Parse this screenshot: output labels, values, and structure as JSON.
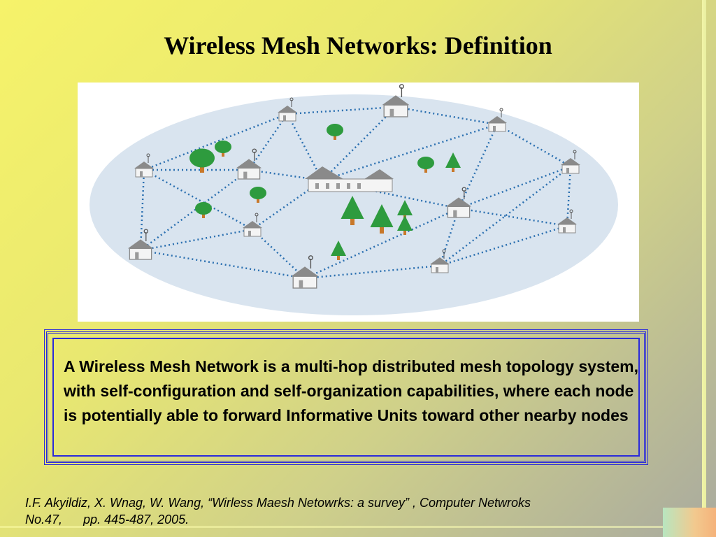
{
  "slide": {
    "title": "Wireless Mesh Networks: Definition",
    "definition": "A Wireless Mesh Network is a multi-hop distributed mesh topology system, with self-configuration and self-organization capabilities, where each node is potentially able to forward Informative Units toward other nearby nodes",
    "citation_line1": "I.F. Akyildiz, X. Wnag, W. Wang, “Wirless Maesh Netowrks: a survey” , Computer Netwroks",
    "citation_line2": "No.47,      pp. 445-487, 2005."
  },
  "colors": {
    "box_border": "#2b2bd9",
    "ellipse": "#d9e4ef",
    "link": "#2a6fb0",
    "tree": "#2e9b3e"
  }
}
